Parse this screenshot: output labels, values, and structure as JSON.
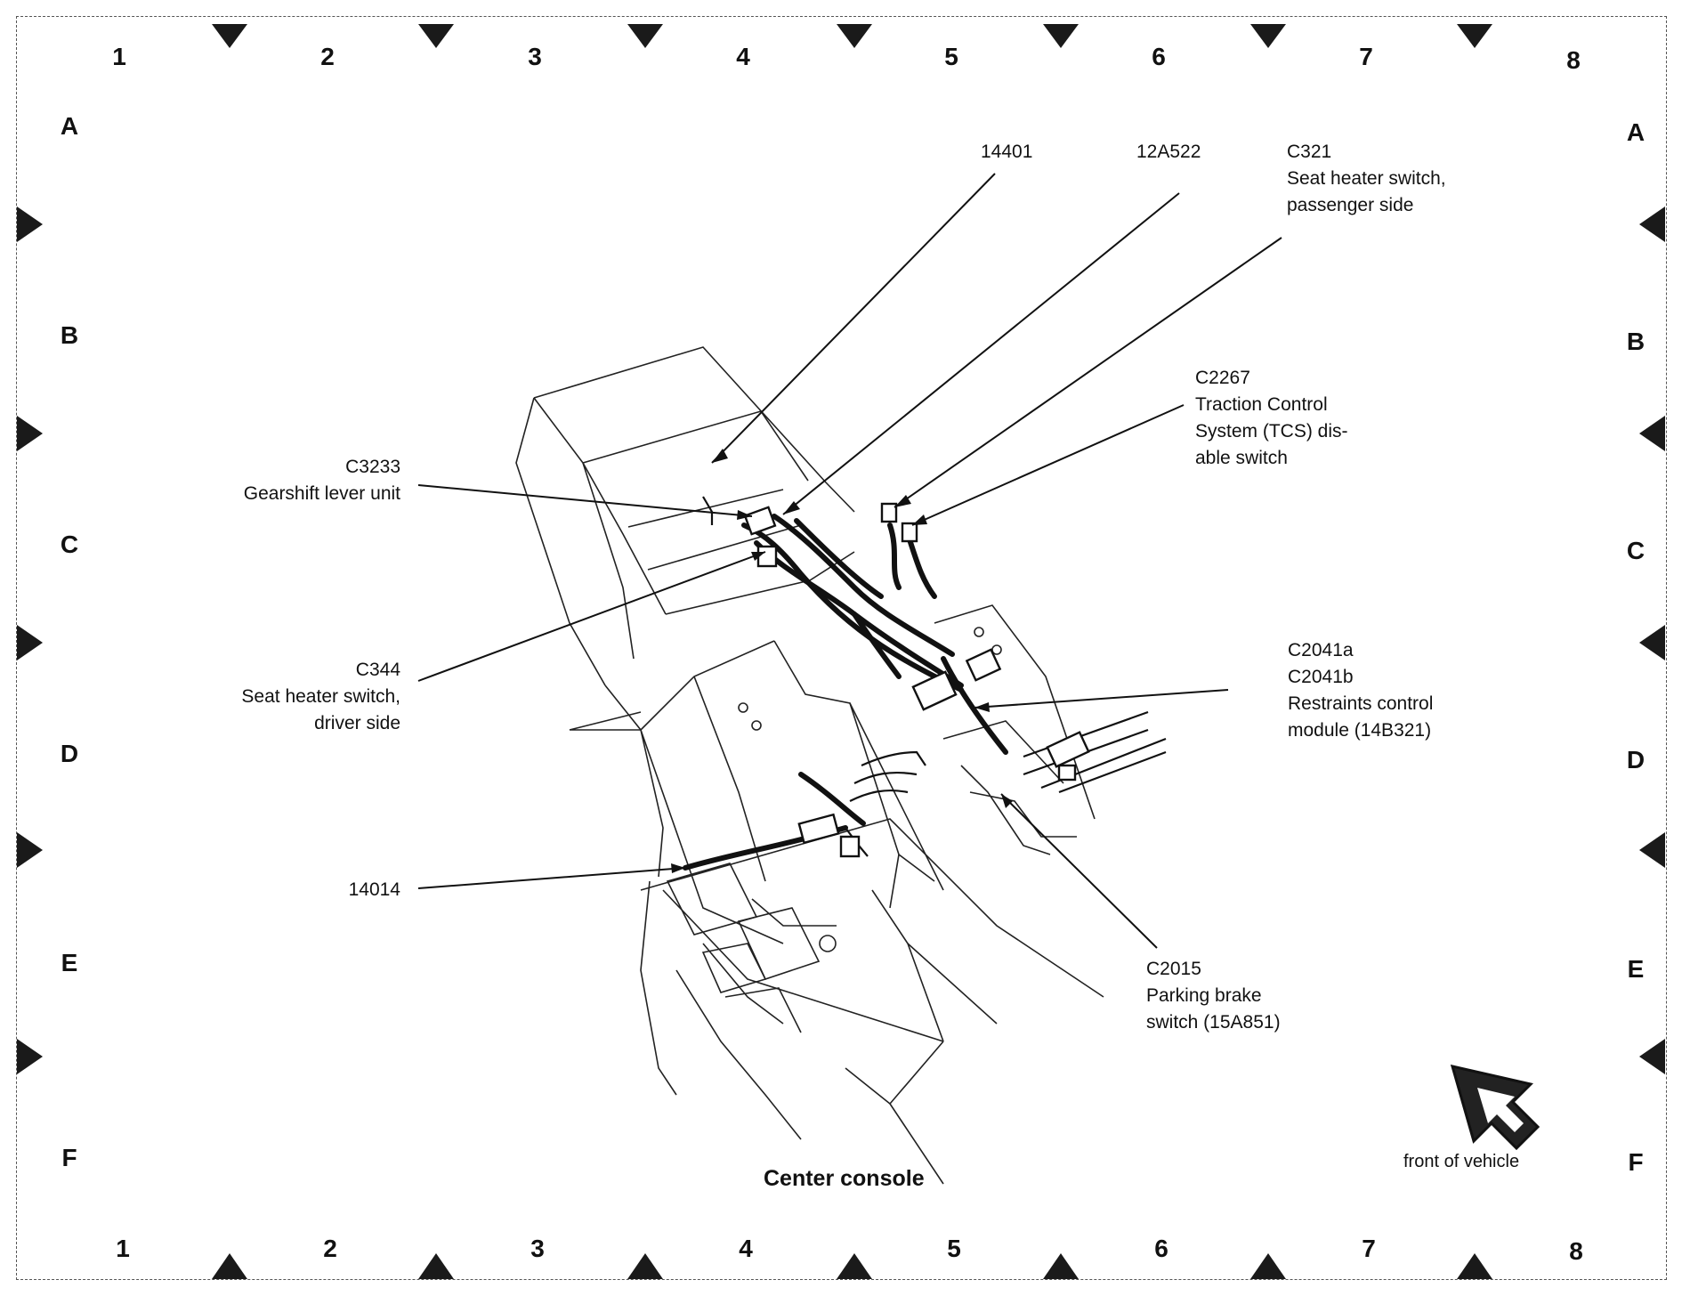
{
  "grid": {
    "columns": [
      "1",
      "2",
      "3",
      "4",
      "5",
      "6",
      "7",
      "8"
    ],
    "rows": [
      "A",
      "B",
      "C",
      "D",
      "E",
      "F"
    ]
  },
  "title": "Center console",
  "orientation": {
    "caption": "front of vehicle",
    "icon": "front-arrow-icon"
  },
  "callouts": {
    "c14401": {
      "id": "14401"
    },
    "c12a522": {
      "id": "12A522"
    },
    "c321": {
      "id": "C321",
      "desc1": "Seat heater switch,",
      "desc2": "passenger side"
    },
    "c2267": {
      "id": "C2267",
      "desc1": "Traction Control",
      "desc2": "System (TCS) dis-",
      "desc3": "able switch"
    },
    "c3233": {
      "id": "C3233",
      "desc1": "Gearshift lever unit"
    },
    "c344": {
      "id": "C344",
      "desc1": "Seat heater switch,",
      "desc2": "driver side"
    },
    "c2041": {
      "id1": "C2041a",
      "id2": "C2041b",
      "desc1": "Restraints control",
      "desc2": "module (14B321)"
    },
    "c14014": {
      "id": "14014"
    },
    "c2015": {
      "id": "C2015",
      "desc1": "Parking brake",
      "desc2": "switch (15A851)"
    }
  }
}
